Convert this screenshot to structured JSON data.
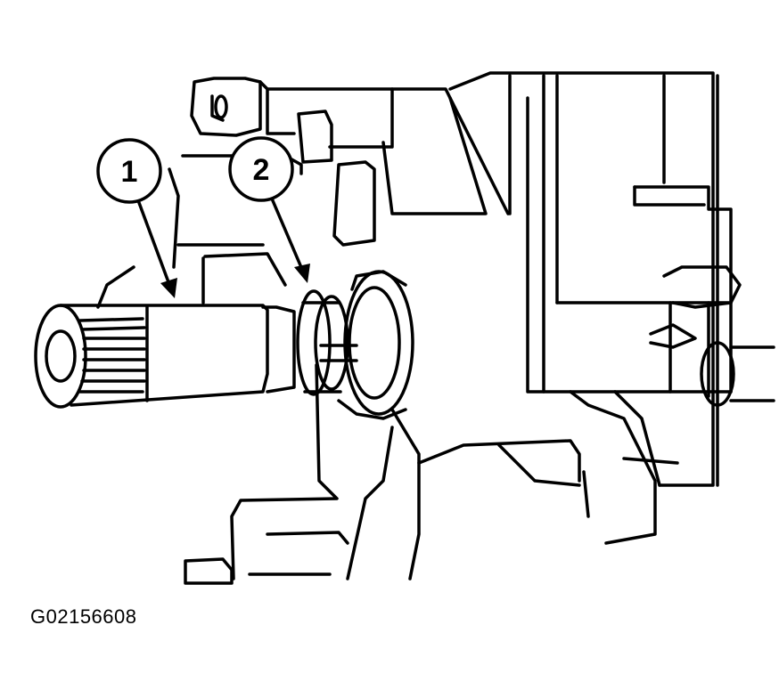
{
  "callouts": [
    {
      "number": "1"
    },
    {
      "number": "2"
    }
  ],
  "figure_id": "G02156608",
  "colors": {
    "ink": "#000000",
    "paper": "#ffffff"
  }
}
